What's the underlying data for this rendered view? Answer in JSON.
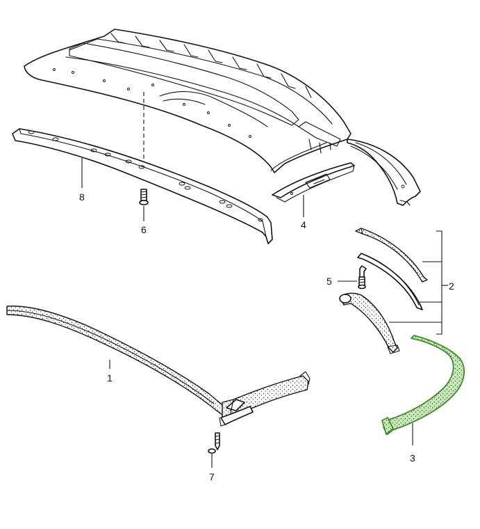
{
  "callouts": {
    "c1": "1",
    "c2": "2",
    "c3": "3",
    "c4": "4",
    "c5": "5",
    "c6": "6",
    "c7": "7",
    "c8": "8"
  },
  "highlight_color": "#3f8a2e",
  "highlighted_part": "3"
}
